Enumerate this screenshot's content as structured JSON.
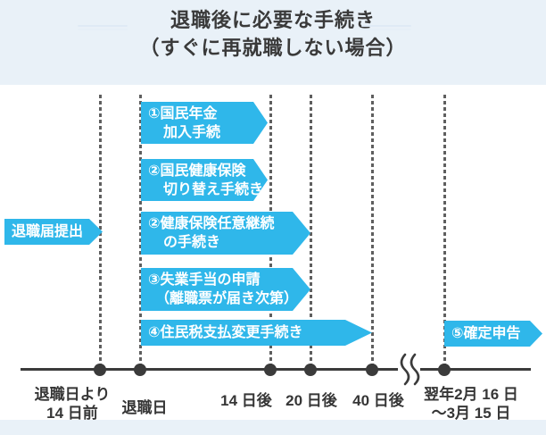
{
  "title": {
    "line1": "退職後に必要な手続き",
    "line2": "（すぐに再就職しない場合）"
  },
  "colors": {
    "accent_blue": "#2fb7ea",
    "page_background": "#e9f1f8",
    "panel_background": "#ffffff",
    "timeline_dark": "#3b3b3b",
    "guide_line_gray": "#5f5f5f"
  },
  "banners": {
    "resignation_notice": {
      "lines": [
        "退職届提出"
      ]
    },
    "pension": {
      "lines": [
        "①国民年金",
        "加入手続"
      ]
    },
    "nhi_switch": {
      "lines": [
        "②国民健康保険",
        "切り替え手続き"
      ]
    },
    "voluntary_insurance": {
      "lines": [
        "②健康保険任意継続",
        "の手続き"
      ]
    },
    "unemployment_benefit": {
      "lines": [
        "③失業手当の申請",
        "（離職票が届き次第）"
      ]
    },
    "resident_tax": {
      "lines": [
        "④住民税支払変更手続き"
      ]
    },
    "tax_return": {
      "lines": [
        "⑤確定申告"
      ]
    }
  },
  "timeline": {
    "labels": {
      "before14": {
        "lines": [
          "退職日より",
          "14 日前"
        ]
      },
      "day0": {
        "lines": [
          "退職日"
        ]
      },
      "after14": {
        "lines": [
          "14 日後"
        ]
      },
      "after20": {
        "lines": [
          "20 日後"
        ]
      },
      "after40": {
        "lines": [
          "40 日後"
        ]
      },
      "next_year": {
        "lines": [
          "翌年2月 16 日",
          "～3月 15 日"
        ]
      }
    }
  }
}
